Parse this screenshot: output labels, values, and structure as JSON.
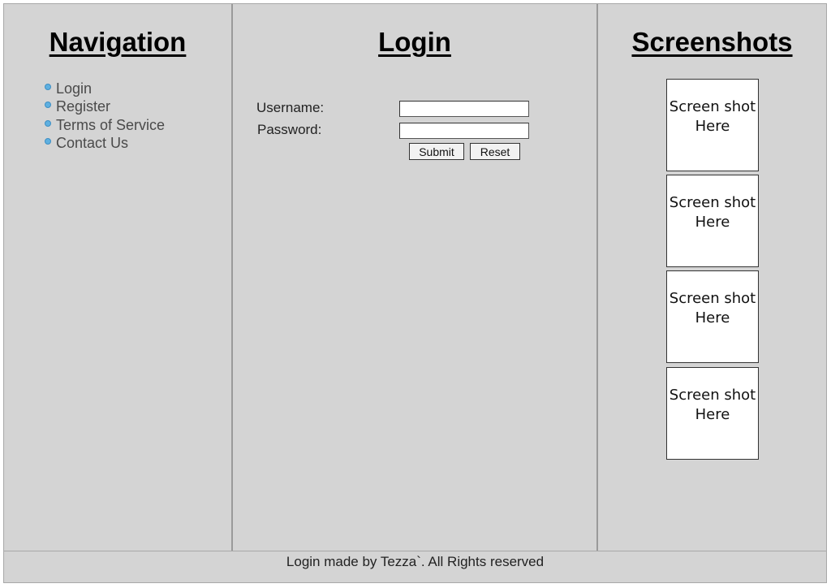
{
  "navigation": {
    "heading": "Navigation",
    "items": [
      {
        "label": "Login"
      },
      {
        "label": "Register"
      },
      {
        "label": "Terms of Service"
      },
      {
        "label": "Contact Us"
      }
    ],
    "bullet_color": "#5fb0e0"
  },
  "login": {
    "heading": "Login",
    "username_label": "Username:",
    "username_value": "",
    "password_label": "Password:",
    "password_value": "",
    "submit_label": "Submit",
    "reset_label": "Reset"
  },
  "screenshots": {
    "heading": "Screenshots",
    "placeholders": [
      {
        "line1": "Screen shot",
        "line2": "Here"
      },
      {
        "line1": "Screen shot",
        "line2": "Here"
      },
      {
        "line1": "Screen shot",
        "line2": "Here"
      },
      {
        "line1": "Screen shot",
        "line2": "Here"
      }
    ]
  },
  "footer": {
    "text": "Login made by Tezza`. All Rights reserved"
  },
  "colors": {
    "background": "#d4d4d4",
    "divider": "#9a9a9a"
  }
}
